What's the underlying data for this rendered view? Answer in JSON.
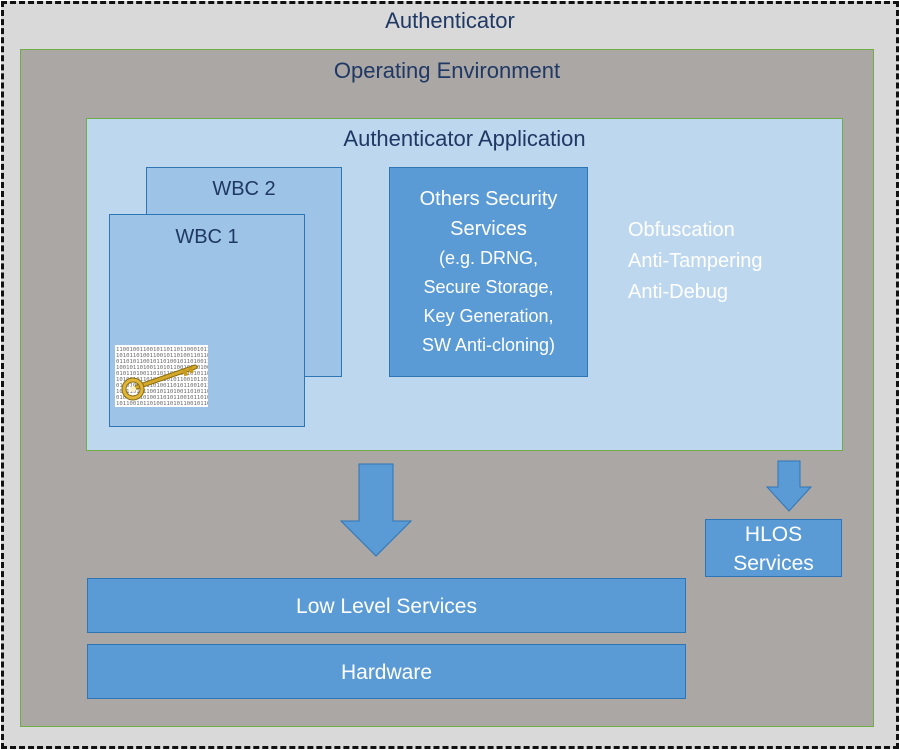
{
  "authenticator": {
    "title": "Authenticator"
  },
  "operating_environment": {
    "title": "Operating Environment"
  },
  "application": {
    "title": "Authenticator Application",
    "wbc2": "WBC 2",
    "wbc1": "WBC 1",
    "security_services": {
      "lines": [
        "Others Security",
        "Services",
        "(e.g. DRNG,",
        "Secure Storage,",
        "Key Generation,",
        "SW Anti-cloning)"
      ]
    },
    "protections": [
      "Obfuscation",
      "Anti-Tampering",
      "Anti-Debug"
    ]
  },
  "hlos_services": {
    "lines": [
      "HLOS",
      "Services"
    ]
  },
  "low_level_services": "Low Level Services",
  "hardware": "Hardware",
  "key_image": {
    "binary_rows": [
      "1100100110010110110110001011",
      "1010110100110010110100110110",
      "0110101100101101001011010011",
      "1001011010011010110010110100",
      "0101101001101011001011010110",
      "1010010110100110101100101101",
      "0110100101101001101011001011",
      "1001101011001011010011010110",
      "0100101101001101011001011010",
      "1011001011010011010110010110"
    ]
  },
  "colors": {
    "outer_bg": "#d9d9d9",
    "env_bg": "#aba7a5",
    "app_bg": "#bdd7ee",
    "wbc_bg": "#9dc3e6",
    "service_bg": "#5b9bd5",
    "title_text": "#1f3864",
    "green_border": "#70ad47"
  }
}
